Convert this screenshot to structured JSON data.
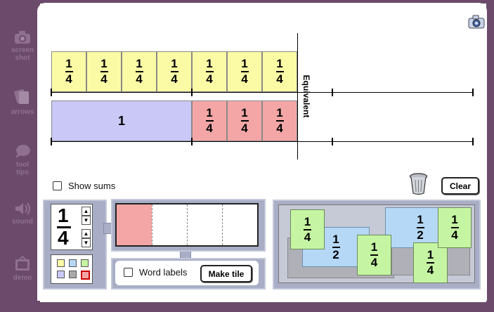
{
  "sidebar": {
    "items": [
      {
        "label_line1": "screen",
        "label_line2": "shot",
        "icon": "camera-icon"
      },
      {
        "label_line1": "arrows",
        "label_line2": "",
        "icon": "arrows-icon"
      },
      {
        "label_line1": "tool",
        "label_line2": "tips",
        "icon": "tooltip-icon"
      },
      {
        "label_line1": "sound",
        "label_line2": "",
        "icon": "speaker-icon"
      },
      {
        "label_line1": "demo",
        "label_line2": "",
        "icon": "demo-icon"
      }
    ]
  },
  "workspace": {
    "row1_tiles": [
      {
        "num": "1",
        "den": "4"
      },
      {
        "num": "1",
        "den": "4"
      },
      {
        "num": "1",
        "den": "4"
      },
      {
        "num": "1",
        "den": "4"
      },
      {
        "num": "1",
        "den": "4"
      },
      {
        "num": "1",
        "den": "4"
      },
      {
        "num": "1",
        "den": "4"
      }
    ],
    "row2_whole_label": "1",
    "row2_tiles": [
      {
        "num": "1",
        "den": "4"
      },
      {
        "num": "1",
        "den": "4"
      },
      {
        "num": "1",
        "den": "4"
      }
    ],
    "equivalent_label": "Equivalent"
  },
  "controls": {
    "show_sums_label": "Show sums",
    "show_sums_checked": false,
    "clear_label": "Clear"
  },
  "tile_maker": {
    "numerator": "1",
    "denominator": "4",
    "selected_color": "#f4a6a6",
    "palette": [
      "#fbfba6",
      "#b6d8f7",
      "#c5f5a2",
      "#c9c8f6",
      "#aaaaaa",
      "#f4a6a6"
    ],
    "preview_parts": 4,
    "preview_filled": 1,
    "word_labels_label": "Word labels",
    "word_labels_checked": false,
    "make_tile_label": "Make tile"
  },
  "tile_bin": {
    "tiles": [
      {
        "num": "1",
        "den": "4",
        "color": "green"
      },
      {
        "num": "1",
        "den": "2",
        "color": "lightblue"
      },
      {
        "num": "1",
        "den": "4",
        "color": "green"
      },
      {
        "num": "1",
        "den": "2",
        "color": "lightblue"
      },
      {
        "num": "1",
        "den": "4",
        "color": "green"
      },
      {
        "num": "1",
        "den": "4",
        "color": "green"
      }
    ]
  },
  "colors": {
    "frame": "#6b4a6b",
    "sidebar_text": "#8f7090",
    "panel": "#a9aec6"
  }
}
